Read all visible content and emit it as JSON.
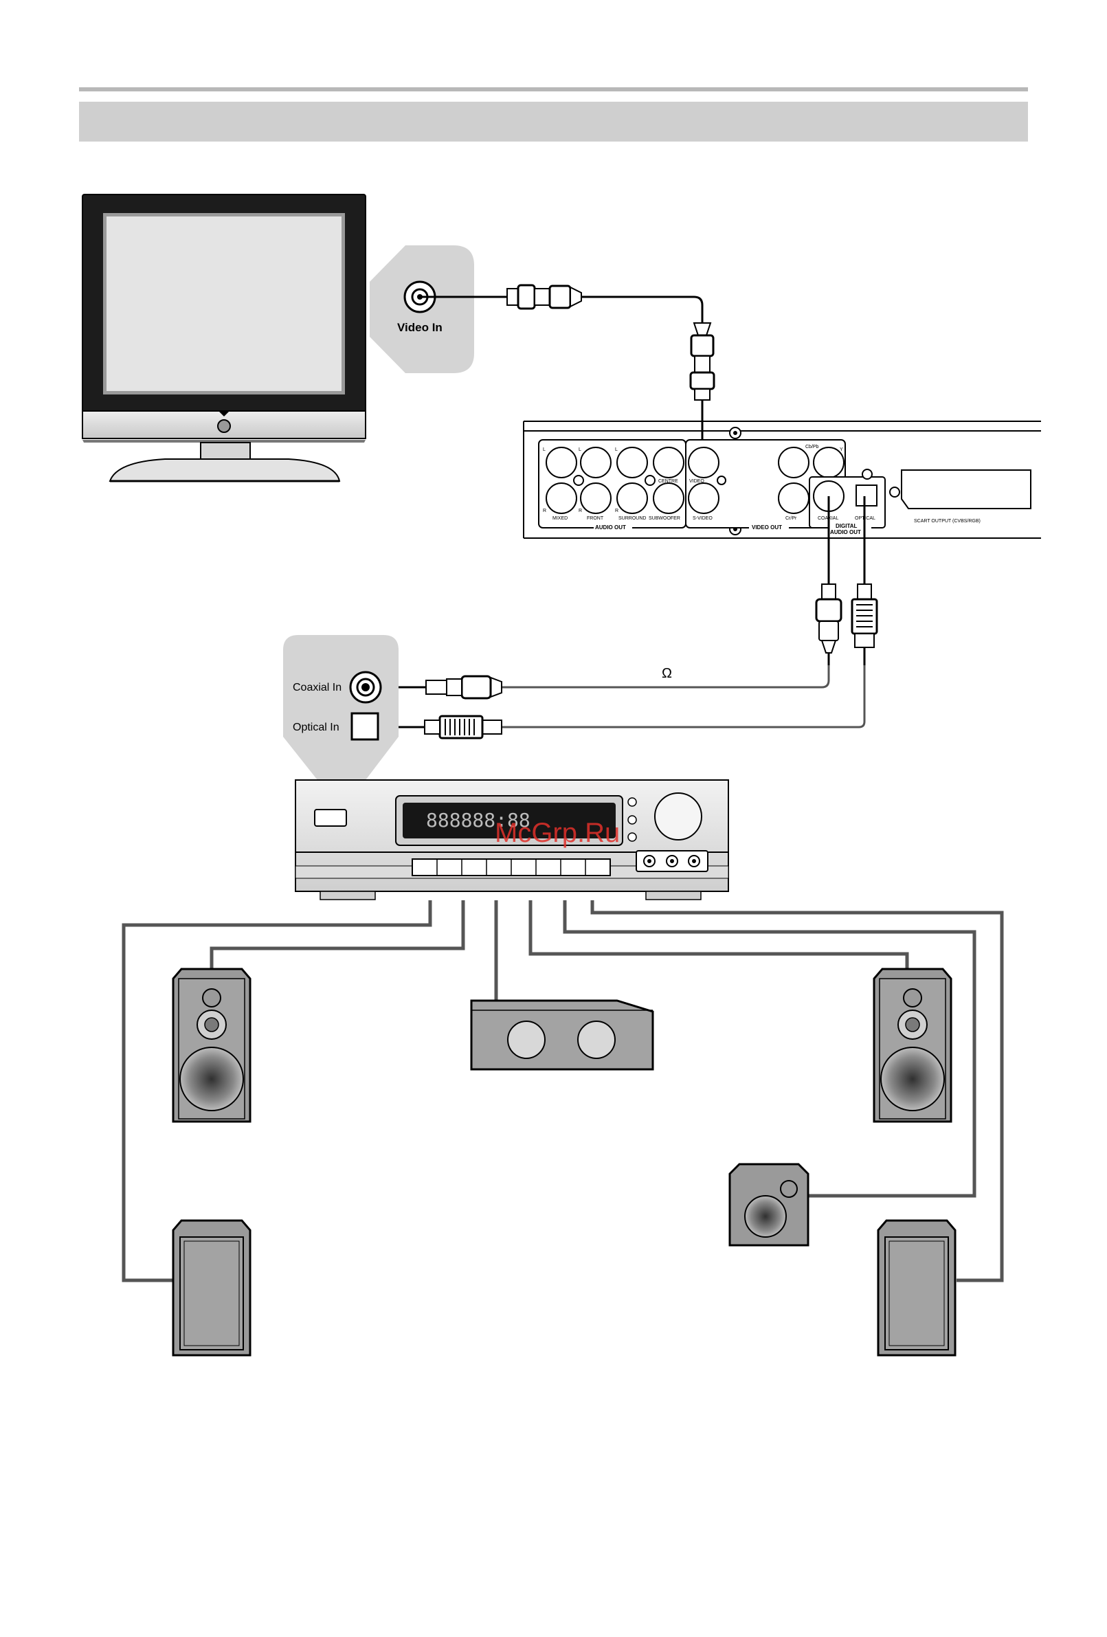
{
  "header": {
    "section_title": "",
    "subtitle": ""
  },
  "tv": {
    "port_label": "Video In"
  },
  "player": {
    "audio_out_label": "AUDIO OUT",
    "video_out_label": "VIDEO OUT",
    "digital_label_1": "DIGITAL",
    "digital_label_2": "AUDIO OUT",
    "scart_label": "SCART OUTPUT (CVBS/RGB)",
    "jacks": {
      "l1": "L",
      "l2": "L",
      "l3": "L",
      "r1": "R",
      "r2": "R",
      "r3": "R",
      "mixed": "MIXED",
      "front": "FRONT",
      "surround": "SURROUND",
      "subwoofer": "SUBWOOFER",
      "centre": "CENTRE",
      "video": "VIDEO",
      "svideo": "S-VIDEO",
      "cbpb": "Cb/Pb",
      "crpr": "Cr/Pr",
      "y": "Y",
      "coaxial": "COAXIAL",
      "optical": "OPTICAL"
    }
  },
  "receiver_panel": {
    "coaxial_label": "Coaxial In",
    "optical_label": "Optical In"
  },
  "cable_note": "Ω",
  "receiver": {
    "display_text": "888888:88"
  },
  "watermark": "McGrp.Ru",
  "colors": {
    "cable": "#555555",
    "rule": "#b8b8b8",
    "band": "#cfcfcf",
    "callout": "#d4d4d4",
    "watermark": "#e0302a"
  }
}
